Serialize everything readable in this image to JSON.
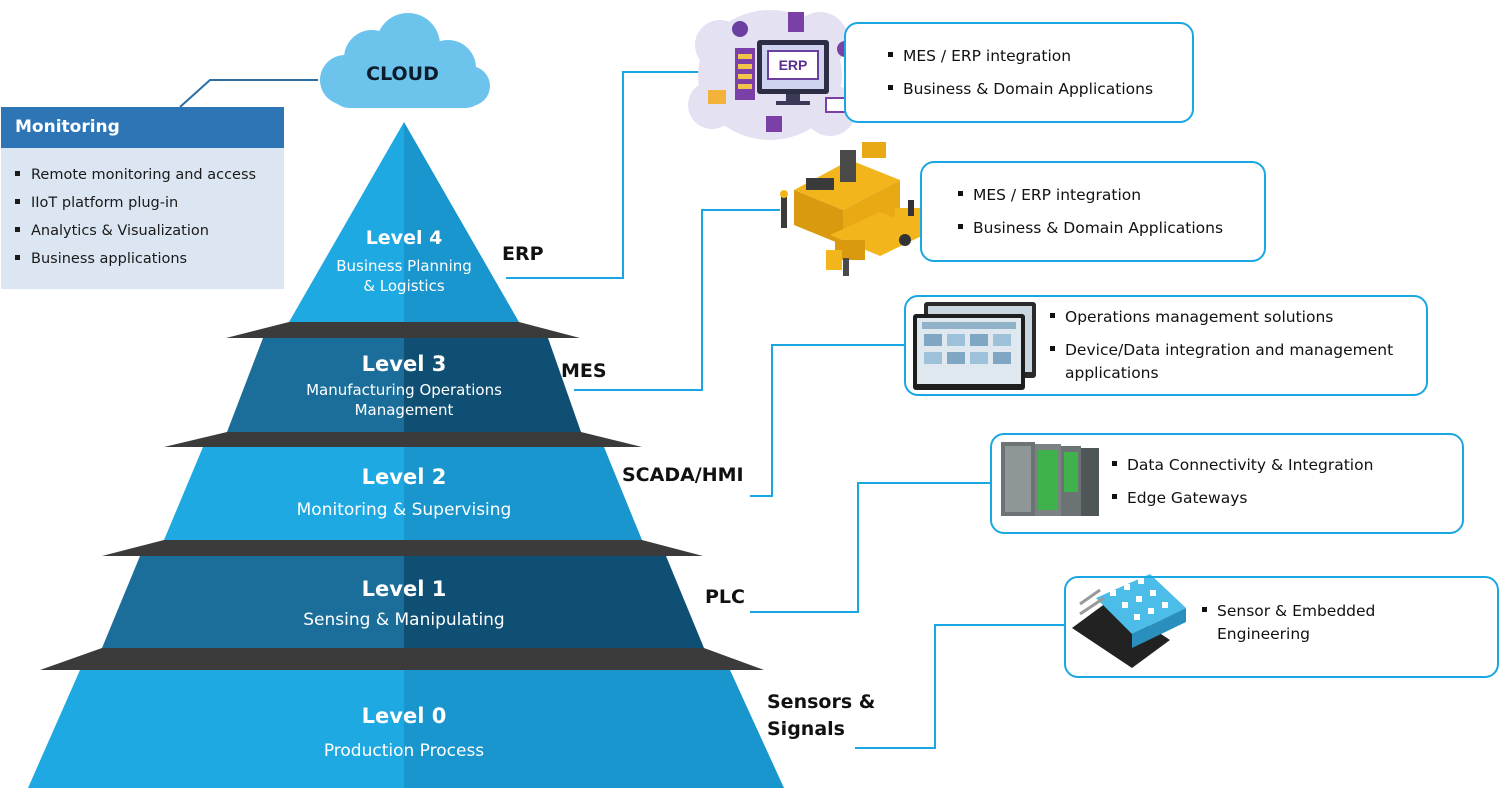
{
  "cloud": {
    "label": "CLOUD"
  },
  "monitoring": {
    "title": "Monitoring",
    "items": [
      "Remote monitoring and access",
      "IIoT platform plug-in",
      "Analytics & Visualization",
      "Business applications"
    ]
  },
  "levels": [
    {
      "title": "Level 4",
      "subtitle_1": "Business Planning",
      "subtitle_2": "& Logistics",
      "side_label": "ERP"
    },
    {
      "title": "Level 3",
      "subtitle_1": "Manufacturing Operations",
      "subtitle_2": "Management",
      "side_label": "MES"
    },
    {
      "title": "Level 2",
      "subtitle_1": "Monitoring & Supervising",
      "side_label": "SCADA/HMI"
    },
    {
      "title": "Level 1",
      "subtitle_1": "Sensing & Manipulating",
      "side_label": "PLC"
    },
    {
      "title": "Level 0",
      "subtitle_1": "Production Process",
      "side_label_1": "Sensors &",
      "side_label_2": "Signals"
    }
  ],
  "boxes": {
    "erp": {
      "items": [
        "MES / ERP integration",
        "Business & Domain Applications"
      ],
      "illustration_label": "ERP"
    },
    "mes": {
      "items": [
        "MES / ERP integration",
        "Business & Domain Applications"
      ]
    },
    "scada": {
      "items": [
        "Operations management solutions",
        "Device/Data integration and management",
        "applications"
      ]
    },
    "plc": {
      "items": [
        "Data Connectivity & Integration",
        "Edge Gateways"
      ]
    },
    "sensors": {
      "items": [
        "Sensor & Embedded",
        "Engineering"
      ]
    }
  },
  "colors": {
    "light_blue": "#1ea9e4",
    "dark_blue": "#1b6a93",
    "shadow": "#3a3a3a",
    "accent": "#1aa7e1",
    "panel_header": "#2e75b6",
    "panel_bg": "#dce6f2"
  }
}
